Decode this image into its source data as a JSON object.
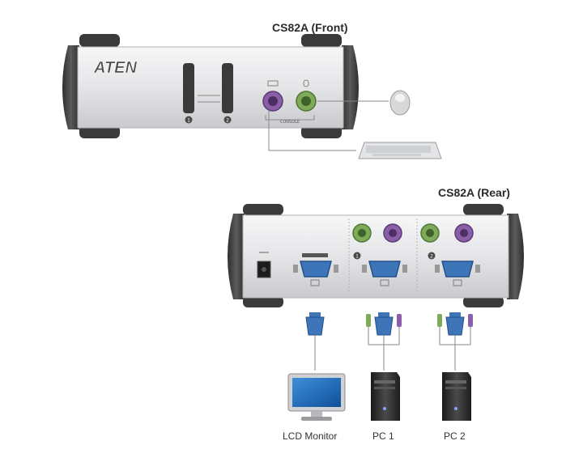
{
  "front": {
    "title": "CS82A (Front)",
    "brand": "ATEN",
    "button1": "1",
    "button2": "2",
    "console_label": "CONSOLE"
  },
  "rear": {
    "title": "CS82A (Rear)",
    "port_num_1": "1",
    "port_num_2": "2"
  },
  "devices": {
    "lcd_monitor": "LCD Monitor",
    "pc1": "PC 1",
    "pc2": "PC 2"
  },
  "colors": {
    "ps2_keyboard": "#8a5fa8",
    "ps2_mouse": "#7dab5a",
    "vga_port": "#3e74b8",
    "chassis_silver": "#e6e7e9",
    "foot_black": "#3a3a3a"
  }
}
